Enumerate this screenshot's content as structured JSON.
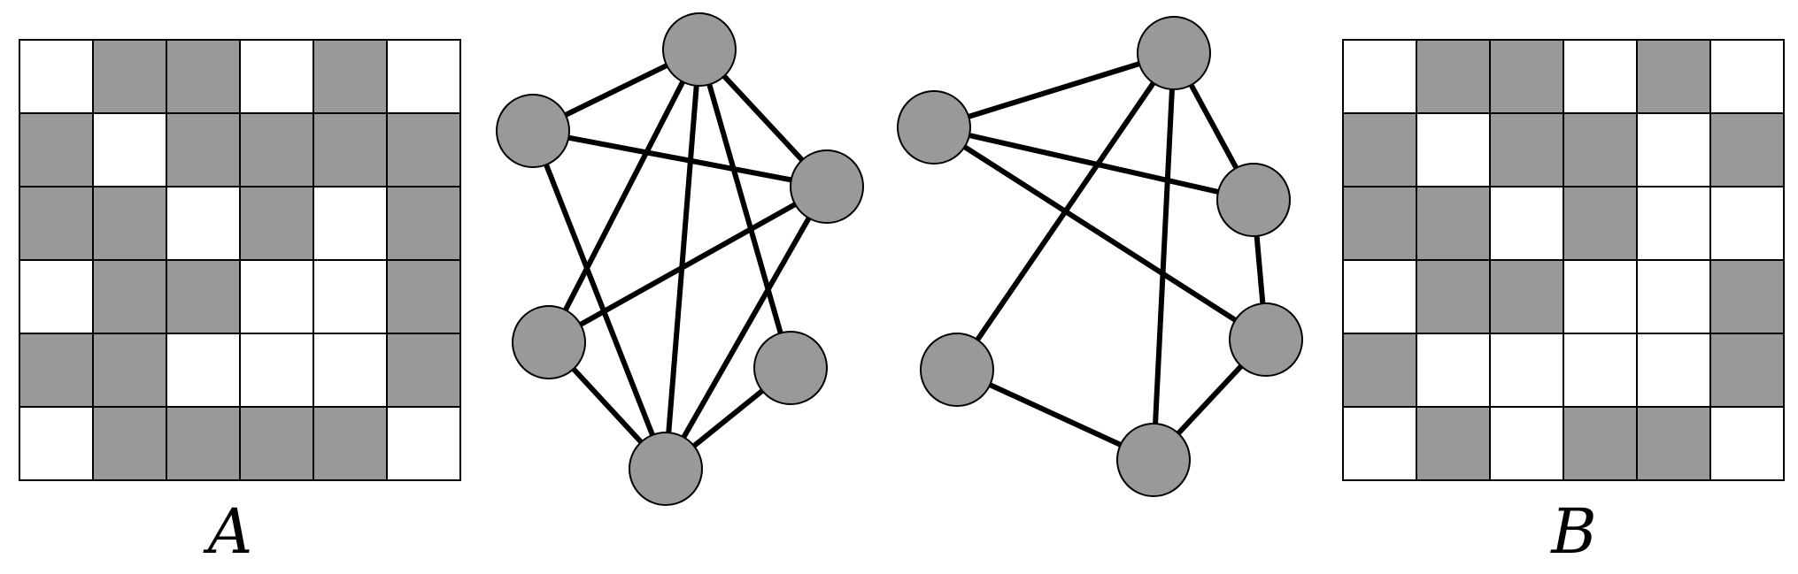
{
  "colors": {
    "filled": "#999999",
    "empty": "#ffffff",
    "stroke": "#000000"
  },
  "matrices": [
    {
      "label": "A",
      "grid": [
        [
          0,
          1,
          1,
          0,
          1,
          0
        ],
        [
          1,
          0,
          1,
          1,
          1,
          1
        ],
        [
          1,
          1,
          0,
          1,
          0,
          1
        ],
        [
          0,
          1,
          1,
          0,
          0,
          1
        ],
        [
          1,
          1,
          0,
          0,
          0,
          1
        ],
        [
          0,
          1,
          1,
          1,
          1,
          0
        ]
      ]
    },
    {
      "label": "B",
      "grid": [
        [
          0,
          1,
          1,
          0,
          1,
          0
        ],
        [
          1,
          0,
          1,
          1,
          0,
          1
        ],
        [
          1,
          1,
          0,
          1,
          0,
          0
        ],
        [
          0,
          1,
          1,
          0,
          0,
          1
        ],
        [
          1,
          0,
          0,
          0,
          0,
          1
        ],
        [
          0,
          1,
          0,
          1,
          1,
          0
        ]
      ]
    }
  ],
  "graphs": [
    {
      "nodes": 6,
      "edges": [
        [
          0,
          1
        ],
        [
          0,
          2
        ],
        [
          1,
          2
        ],
        [
          0,
          5
        ],
        [
          1,
          4
        ],
        [
          2,
          5
        ],
        [
          3,
          2
        ],
        [
          4,
          5
        ],
        [
          3,
          5
        ],
        [
          1,
          3
        ],
        [
          1,
          5
        ]
      ]
    },
    {
      "nodes": 6,
      "edges": [
        [
          0,
          1
        ],
        [
          0,
          2
        ],
        [
          0,
          4
        ],
        [
          1,
          2
        ],
        [
          1,
          3
        ],
        [
          2,
          4
        ],
        [
          4,
          5
        ],
        [
          3,
          5
        ],
        [
          1,
          5
        ]
      ]
    }
  ]
}
